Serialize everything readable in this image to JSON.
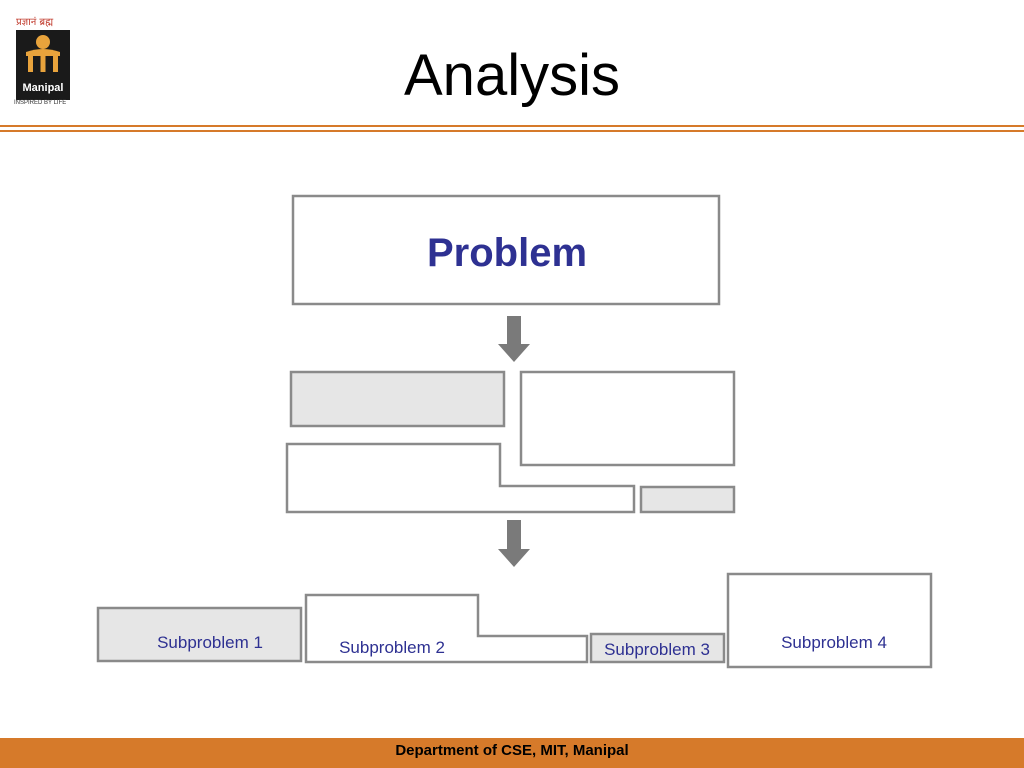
{
  "header": {
    "title": "Analysis",
    "logo": {
      "hindi_text": "प्रज्ञानं ब्रह्म",
      "name": "Manipal",
      "tagline": "INSPIRED BY LIFE"
    }
  },
  "diagram": {
    "problem_label": "Problem",
    "subproblems": [
      "Subproblem 1",
      "Subproblem 2",
      "Subproblem 3",
      "Subproblem 4"
    ],
    "colors": {
      "label": "#2e3192",
      "box_stroke": "#8a8a8a",
      "box_fill_gray": "#e6e6e6",
      "arrow": "#7a7a7a"
    }
  },
  "footer": {
    "text": "Department of CSE, MIT, Manipal",
    "color": "#d67a2a"
  }
}
